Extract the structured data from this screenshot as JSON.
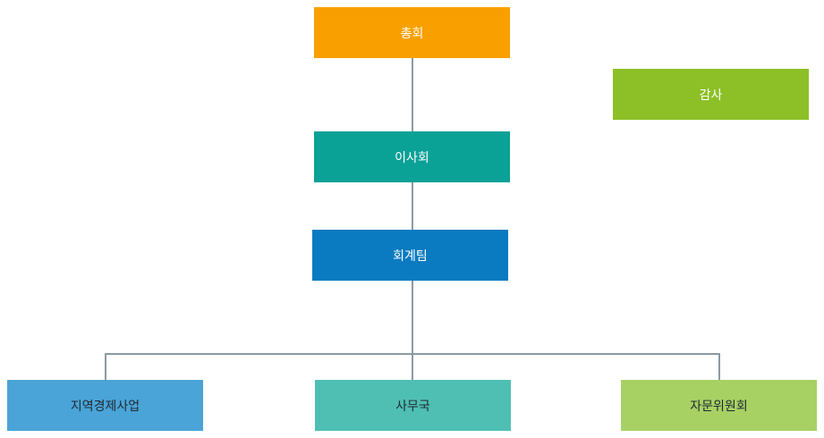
{
  "nodes": {
    "general_assembly": {
      "label": "총회",
      "color": "#f9a000"
    },
    "audit": {
      "label": "감사",
      "color": "#8cc026"
    },
    "board": {
      "label": "이사회",
      "color": "#0aa197"
    },
    "accounting": {
      "label": "회계팀",
      "color": "#0a7bc1"
    },
    "regional_business": {
      "label": "지역경제사업",
      "color": "#4aa4d7"
    },
    "secretariat": {
      "label": "사무국",
      "color": "#4fbfb3"
    },
    "advisory": {
      "label": "자문위원회",
      "color": "#a8d164"
    }
  },
  "colors": {
    "connector": "#8a9aa4"
  }
}
